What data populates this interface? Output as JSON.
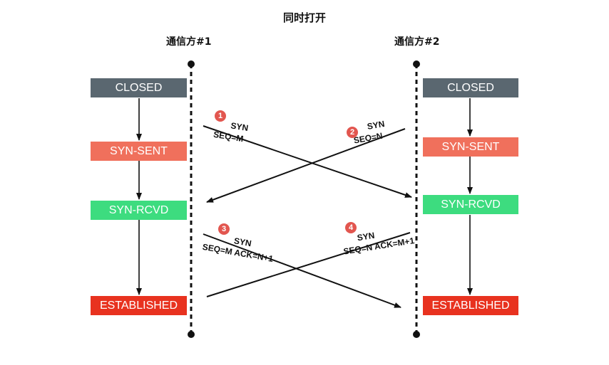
{
  "title": "同时打开",
  "parties": {
    "left": "通信方#1",
    "right": "通信方#2"
  },
  "colors": {
    "closed": "#5a6770",
    "syn_sent": "#f0705c",
    "syn_rcvd": "#3ddc7f",
    "established": "#e8321f",
    "badge": "#e2564f"
  },
  "left_states": [
    "CLOSED",
    "SYN-SENT",
    "SYN-RCVD",
    "ESTABLISHED"
  ],
  "right_states": [
    "CLOSED",
    "SYN-SENT",
    "SYN-RCVD",
    "ESTABLISHED"
  ],
  "messages": [
    {
      "num": "1",
      "line1": "SYN",
      "line2": "SEQ=M"
    },
    {
      "num": "2",
      "line1": "SYN",
      "line2": "SEQ=N"
    },
    {
      "num": "3",
      "line1": "SYN",
      "line2": "SEQ=M ACK=N+1"
    },
    {
      "num": "4",
      "line1": "SYN",
      "line2": "SEQ=N ACK=M+1"
    }
  ]
}
